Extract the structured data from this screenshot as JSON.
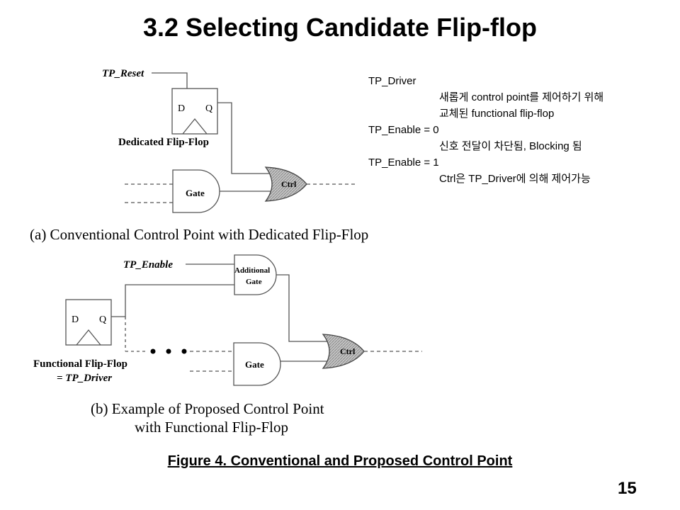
{
  "title": "3.2 Selecting Candidate Flip-flop",
  "notes": [
    {
      "text": "TP_Driver",
      "indent": false
    },
    {
      "text": "새롭게 control point를 제어하기 위해",
      "indent": true
    },
    {
      "text": "교체된 functional flip-flop",
      "indent": true
    },
    {
      "text": "TP_Enable = 0",
      "indent": false
    },
    {
      "text": "신호 전달이 차단됨, Blocking 됨",
      "indent": true
    },
    {
      "text": "TP_Enable = 1",
      "indent": false
    },
    {
      "text": "Ctrl은 TP_Driver에 의해 제어가능",
      "indent": true
    }
  ],
  "diagram_a": {
    "tp_reset": "TP_Reset",
    "ff_d": "D",
    "ff_q": "Q",
    "ff_label": "Dedicated Flip-Flop",
    "gate_label": "Gate",
    "ctrl_label": "Ctrl",
    "caption": "(a) Conventional Control Point with Dedicated Flip-Flop"
  },
  "diagram_b": {
    "tp_enable": "TP_Enable",
    "additional_gate_line1": "Additional",
    "additional_gate_line2": "Gate",
    "ff_d": "D",
    "ff_q": "Q",
    "ff_label_line1": "Functional Flip-Flop",
    "ff_label_line2": "= TP_Driver",
    "gate_label": "Gate",
    "ctrl_label": "Ctrl",
    "caption_line1": "(b) Example of Proposed Control Point",
    "caption_line2": "with Functional Flip-Flop"
  },
  "figure_caption": "Figure 4. Conventional and Proposed Control Point",
  "page_number": "15",
  "colors": {
    "ctrl_fill": "#b8b8b8",
    "line": "#555555"
  }
}
